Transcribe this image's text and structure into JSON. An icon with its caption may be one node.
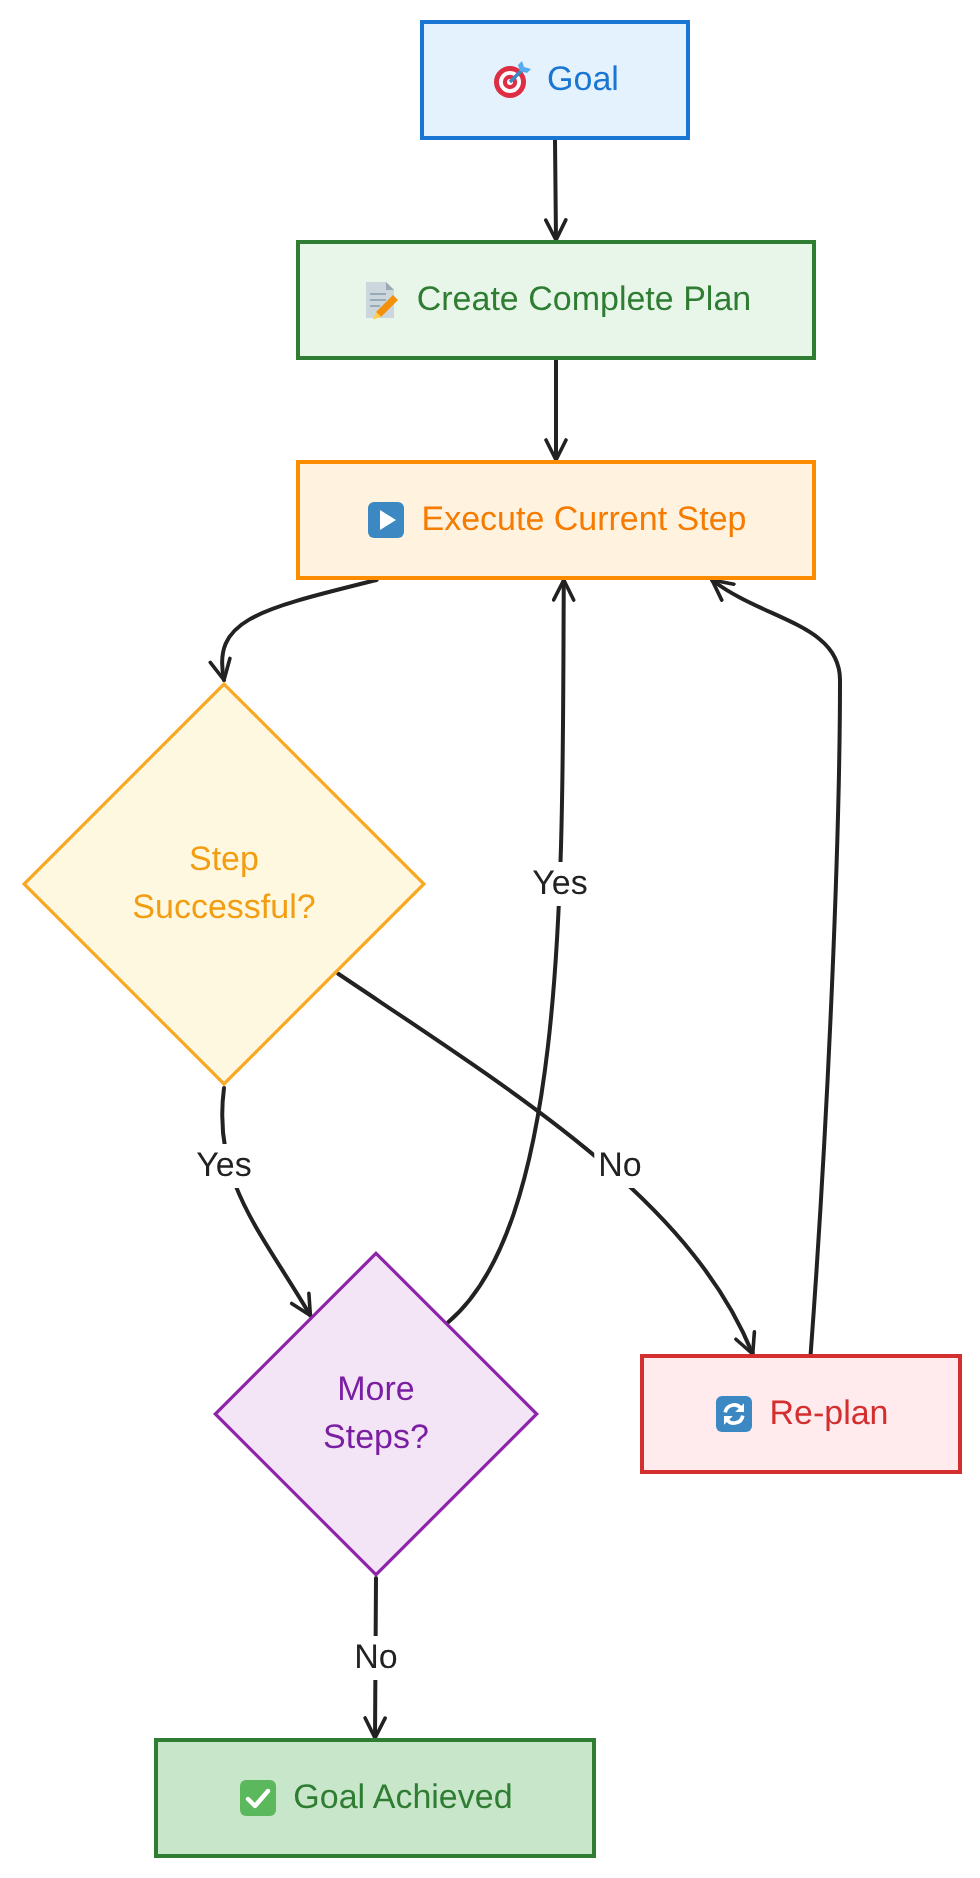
{
  "diagram": {
    "nodes": [
      {
        "text": [
          "Goal"
        ]
      },
      {
        "text": [
          "Create Complete Plan"
        ]
      },
      {
        "text": [
          "Execute Current Step"
        ]
      },
      {
        "text": [
          "Step Successful?"
        ]
      },
      {
        "text": [
          "More Steps?"
        ]
      },
      {
        "text": [
          "Re-plan"
        ]
      },
      {
        "text": [
          "Goal Achieved"
        ]
      }
    ],
    "edges": [
      {
        "from": 0,
        "to": 1,
        "arrow": "to"
      },
      {
        "from": 1,
        "to": 2,
        "arrow": "to"
      },
      {
        "from": 2,
        "to": 3,
        "arrow": "to"
      },
      {
        "from": 3,
        "to": 4,
        "arrow": "to",
        "label": "Yes"
      },
      {
        "from": 3,
        "to": 5,
        "arrow": "to",
        "label": "No"
      },
      {
        "from": 4,
        "to": 2,
        "arrow": "to",
        "label": "Yes"
      },
      {
        "from": 5,
        "to": 2,
        "arrow": "to"
      },
      {
        "from": 4,
        "to": 6,
        "arrow": "to",
        "label": "No"
      }
    ]
  }
}
